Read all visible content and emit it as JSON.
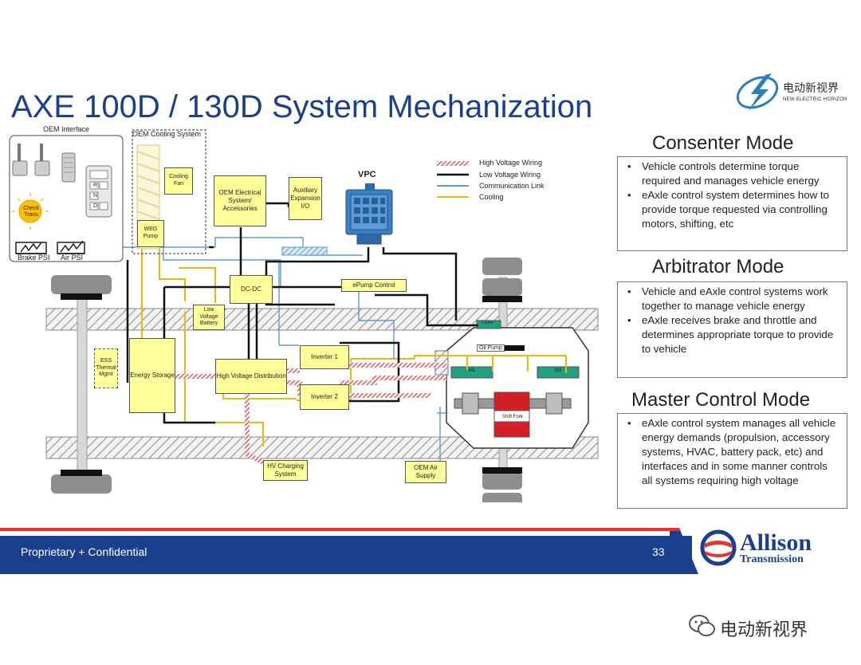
{
  "slide": {
    "title": "AXE 100D / 130D System Mechanization",
    "footer_text": "Proprietary + Confidential",
    "page_number": "33"
  },
  "brand": {
    "cn_name": "电动新视界",
    "en_name": "NEW ELECTRIC HORIZON"
  },
  "allison_logo": {
    "name": "Allison",
    "sub": "Transmission"
  },
  "watermark": {
    "text": "电动新视界"
  },
  "diagram": {
    "oem_interface": {
      "title": "OEM Interface",
      "check_trans": "Check Trans",
      "gear_buttons": [
        "R",
        "N",
        "D"
      ],
      "brake_psi": "Brake PSI",
      "air_psi": "Air PSI"
    },
    "oem_cooling": {
      "title": "OEM Cooling System",
      "cooling_fan": "Cooling Fan",
      "weg_pump": "WEG Pump"
    },
    "boxes": {
      "oem_electrical": "OEM Electrical System/ Accessories",
      "aux_io": "Auxiliary Expansion I/O",
      "dcdc": "DC-DC",
      "epump": "ePump Control",
      "low_voltage_battery": "Low Voltage Battery",
      "ess_thermal": "ESS Thermal Mgmt",
      "energy_storage": "Energy Storage",
      "hv_distribution": "High Voltage Distribution",
      "inverter1": "Inverter 1",
      "inverter2": "Inverter 2",
      "hv_charging": "HV Charging System",
      "oem_air": "OEM Air Supply"
    },
    "vpc": "VPC",
    "eaxle": {
      "oil_pump": "Oil Pump",
      "shift_fork": "Shift Fork",
      "m1": "M1",
      "m2": "M2",
      "small_label": "Cooler"
    },
    "legend": [
      {
        "label": "High Voltage Wiring",
        "color": "#e0393e",
        "style": "hatched"
      },
      {
        "label": "Low Voltage Wiring",
        "color": "#111111",
        "style": "solid"
      },
      {
        "label": "Communication Link",
        "color": "#5b9bd5",
        "style": "solid"
      },
      {
        "label": "Cooling",
        "color": "#f2b705",
        "style": "solid"
      }
    ]
  },
  "modes": [
    {
      "heading": "Consenter Mode",
      "bullets": [
        "Vehicle controls determine torque required and manages vehicle energy",
        "eAxle control system determines how to provide torque requested via controlling motors, shifting, etc"
      ]
    },
    {
      "heading": "Arbitrator Mode",
      "bullets": [
        "Vehicle and eAxle control systems work together to manage vehicle energy",
        "eAxle receives brake and throttle and determines appropriate torque to provide to vehicle"
      ]
    },
    {
      "heading": "Master Control Mode",
      "bullets": [
        "eAxle control system manages all vehicle energy demands (propulsion, accessory systems, HVAC, battery pack, etc) and interfaces and in some manner controls all systems requiring high voltage"
      ]
    }
  ],
  "colors": {
    "title_blue": "#1b3f8f",
    "footer_blue": "#1b3f8f",
    "footer_red": "#e8342e",
    "box_yellow": "#ffff99",
    "hv_red": "#e0393e",
    "comm_blue": "#5b9bd5",
    "cooling_yellow": "#f2b705"
  }
}
